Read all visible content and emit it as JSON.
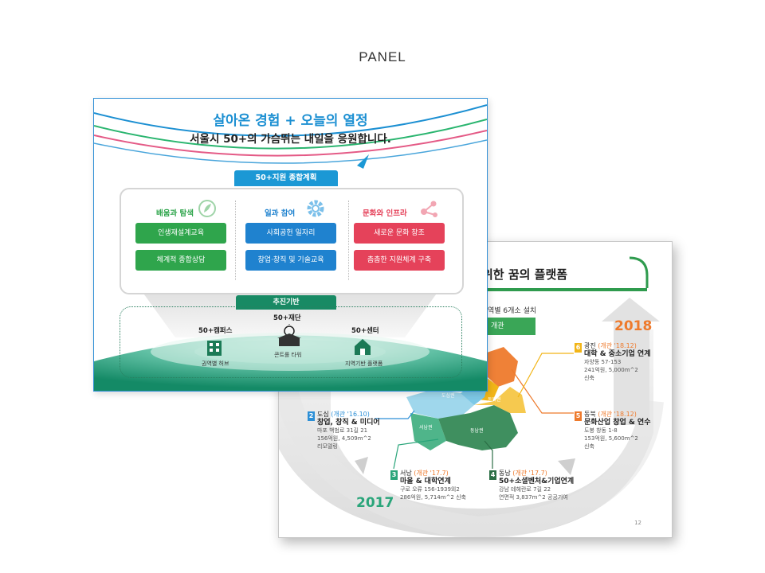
{
  "page_heading": "PANEL",
  "front_slide": {
    "title": "살아온 경험 + 오늘의 열정",
    "subtitle": "서울시 50+의 가슴뛰는 내일을 응원합니다.",
    "plan_tab": "50+지원 종합계획",
    "columns": [
      {
        "heading": "배움과 탐색",
        "icon": "leaf-icon",
        "items": [
          "인생재설계교육",
          "체계적 종합상담"
        ]
      },
      {
        "heading": "일과 참여",
        "icon": "gear-icon",
        "items": [
          "사회공헌 일자리",
          "창업·창직 및 기술교육"
        ]
      },
      {
        "heading": "문화와 인프라",
        "icon": "molecule-icon",
        "items": [
          "새로운 문화 창조",
          "촘촘한 지원체계 구축"
        ]
      }
    ],
    "foundation_tab": "추진기반",
    "foundation": [
      {
        "label": "50+캠퍼스",
        "caption": "권역별 허브",
        "icon": "building-icon"
      },
      {
        "label": "50+재단",
        "caption": "콘트롤 타워",
        "icon": "bulb-icon"
      },
      {
        "label": "50+센터",
        "caption": "지역기반 플랫폼",
        "icon": "house-icon"
      }
    ],
    "colors": {
      "title": "#1b8fd2",
      "green": "#2fa54c",
      "blue": "#1f82cf",
      "red": "#e5425a",
      "teal": "#188a64"
    }
  },
  "back_slide": {
    "title_fragment": "위한 꿈의 플랫폼",
    "sub_fragment": "역별 6개소 설치",
    "green_bar_fragment": "개관",
    "year_2018": "2018",
    "year_2017": "2017",
    "page_number": "12",
    "map_labels": [
      "서남권",
      "도심권",
      "동남권",
      "동북권"
    ],
    "locations": [
      {
        "num": "2",
        "head": "도심",
        "open": "(개관 '16.10)",
        "name": "창업, 창직 & 미디어",
        "desc": [
          "마포 백범로 31길 21",
          "156억원, 4,509m^2",
          "리모델링"
        ],
        "color": "#2c8fd6"
      },
      {
        "num": "3",
        "head": "서남",
        "open": "(개관 '17.7)",
        "name": "마을 & 대학연계",
        "desc": [
          "구로 오류 156-1939외2",
          "286억원, 5,714m^2 신축"
        ],
        "color": "#2aa57a"
      },
      {
        "num": "4",
        "head": "동남",
        "open": "(개관 '17.7)",
        "name": "50+소셜벤처&기업연계",
        "desc": [
          "강남 테헤란로 7길 22",
          "연면적 3,837m^2 공공기여"
        ],
        "color": "#2b6e45"
      },
      {
        "num": "5",
        "head": "동북",
        "open": "(개관 '18.12)",
        "name": "문화산업 창업 & 연수",
        "desc": [
          "도봉 창동 1-8",
          "153억원, 5,600m^2",
          "신축"
        ],
        "color": "#ee7a2c"
      },
      {
        "num": "6",
        "head": "광진",
        "open": "(개관 '18.12)",
        "name": "대학 & 중소기업 연계",
        "desc": [
          "자양동 57-153",
          "241억원, 5,000m^2",
          "신축"
        ],
        "color": "#f2b518"
      }
    ]
  }
}
